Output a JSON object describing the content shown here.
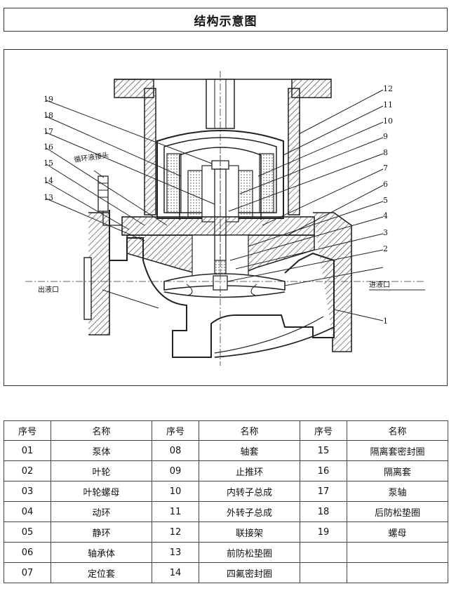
{
  "title": "结构示意图",
  "diagram": {
    "callouts": [
      "19",
      "18",
      "17",
      "16",
      "15",
      "14",
      "13",
      "12",
      "11",
      "10",
      "9",
      "8",
      "7",
      "6",
      "5",
      "4",
      "3",
      "2",
      "1"
    ],
    "circ_liquid_label": "循环液接头",
    "outlet_label": "出液口",
    "inlet_label": "进液口"
  },
  "table": {
    "headers": [
      "序号",
      "名称",
      "序号",
      "名称",
      "序号",
      "名称"
    ],
    "rows": [
      [
        "01",
        "泵体",
        "08",
        "轴套",
        "15",
        "隔离套密封圈"
      ],
      [
        "02",
        "叶轮",
        "09",
        "止推环",
        "16",
        "隔离套"
      ],
      [
        "03",
        "叶轮螺母",
        "10",
        "内转子总成",
        "17",
        "泵轴"
      ],
      [
        "04",
        "动环",
        "11",
        "外转子总成",
        "18",
        "后防松垫圈"
      ],
      [
        "05",
        "静环",
        "12",
        "联接架",
        "19",
        "螺母"
      ],
      [
        "06",
        "轴承体",
        "13",
        "前防松垫圈",
        "",
        ""
      ],
      [
        "07",
        "定位套",
        "14",
        "四氟密封圈",
        "",
        ""
      ]
    ]
  }
}
